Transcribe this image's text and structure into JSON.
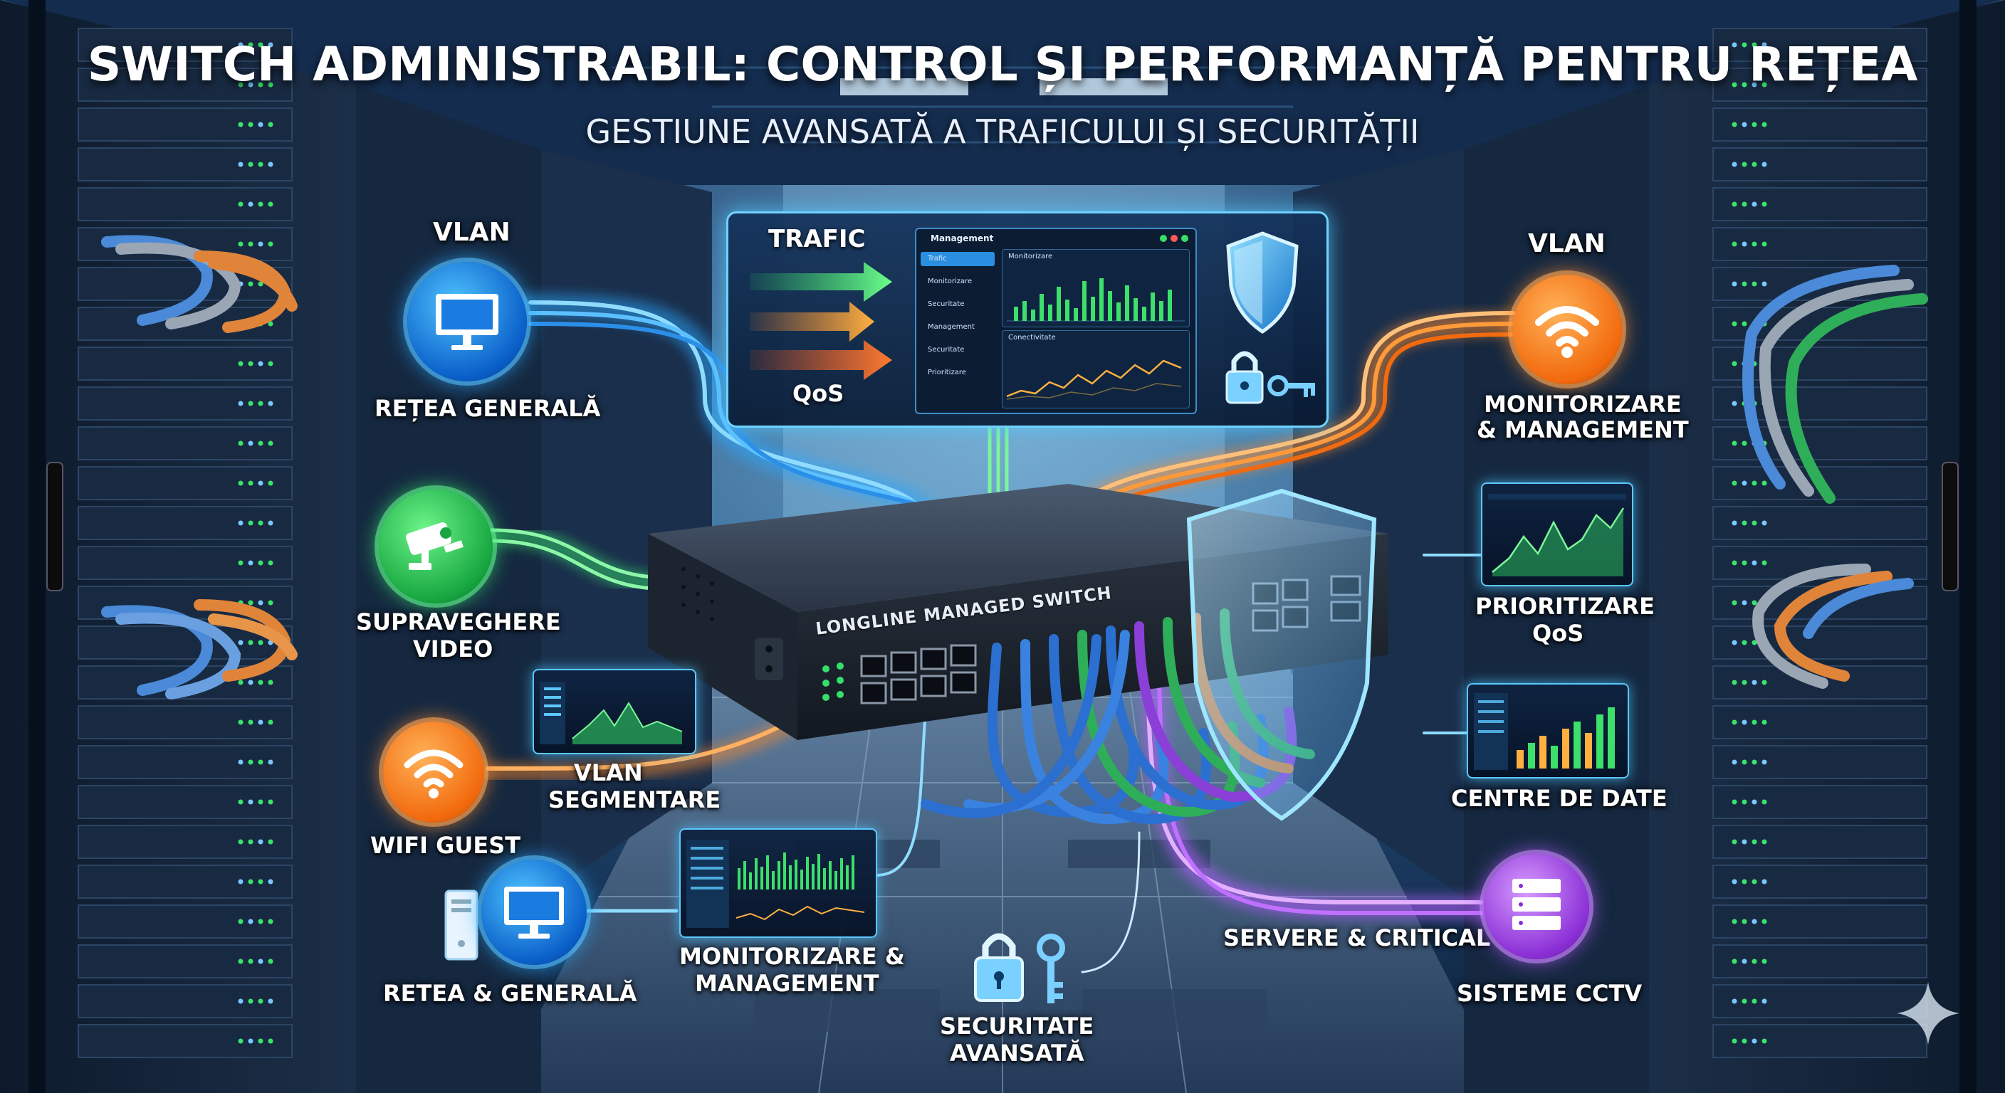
{
  "header": {
    "title": "SWITCH ADMINISTRABIL: CONTROL ȘI PERFORMANȚĂ PENTRU REȚEA",
    "subtitle": "GESTIUNE AVANSATĂ A TRAFICULUI ȘI SECURITĂȚII"
  },
  "top_panel": {
    "traffic_label": "TRAFIC",
    "qos_label": "QoS",
    "dashboard": {
      "title": "Management",
      "chart1_title": "Monitorizare",
      "chart2_title": "Conectivitate",
      "menu": [
        "Trafic",
        "Monitorizare",
        "Securitate",
        "Management",
        "Securitate",
        "Prioritizare"
      ]
    }
  },
  "switch": {
    "label": "LONGLINE MANAGED SWITCH"
  },
  "left_nodes": {
    "vlan_top": {
      "heading": "VLAN",
      "label": "REȚEA GENERALĂ",
      "icon": "monitor-icon"
    },
    "video": {
      "label_line1": "SUPRAVEGHERE",
      "label_line2": "VIDEO",
      "icon": "camera-icon"
    },
    "wifi": {
      "label": "WIFI GUEST",
      "icon": "wifi-icon"
    },
    "vlan_seg": {
      "line1": "VLAN",
      "line2": "SEGMENTARE"
    },
    "network": {
      "label": "RETEA & GENERALĂ",
      "icon": "desktop-icon"
    },
    "monitoring": {
      "line1": "MONITORIZARE &",
      "line2": "MANAGEMENT"
    }
  },
  "right_nodes": {
    "vlan": {
      "heading": "VLAN",
      "line1": "MONITORIZARE",
      "line2": "& MANAGEMENT",
      "icon": "wifi-icon"
    },
    "qos": {
      "line1": "PRIORITIZARE",
      "line2": "QoS"
    },
    "datacenters": {
      "label": "CENTRE DE DATE"
    },
    "servers": {
      "label": "SERVERE & CRITICAL",
      "icon": "server-icon"
    },
    "cctv": {
      "label": "SISTEME CCTV"
    }
  },
  "bottom": {
    "security_line1": "SECURITATE",
    "security_line2": "AVANSATĂ",
    "icon": "lock-key-icon"
  },
  "colors": {
    "blue": "#2aa8ff",
    "green": "#35e06a",
    "orange": "#ff8a2a",
    "purple": "#b45cff",
    "background": "#0a1a30"
  },
  "icons": [
    "monitor-icon",
    "camera-icon",
    "wifi-icon",
    "desktop-icon",
    "server-icon",
    "shield-icon",
    "lock-icon",
    "key-icon",
    "sparkle-icon"
  ]
}
